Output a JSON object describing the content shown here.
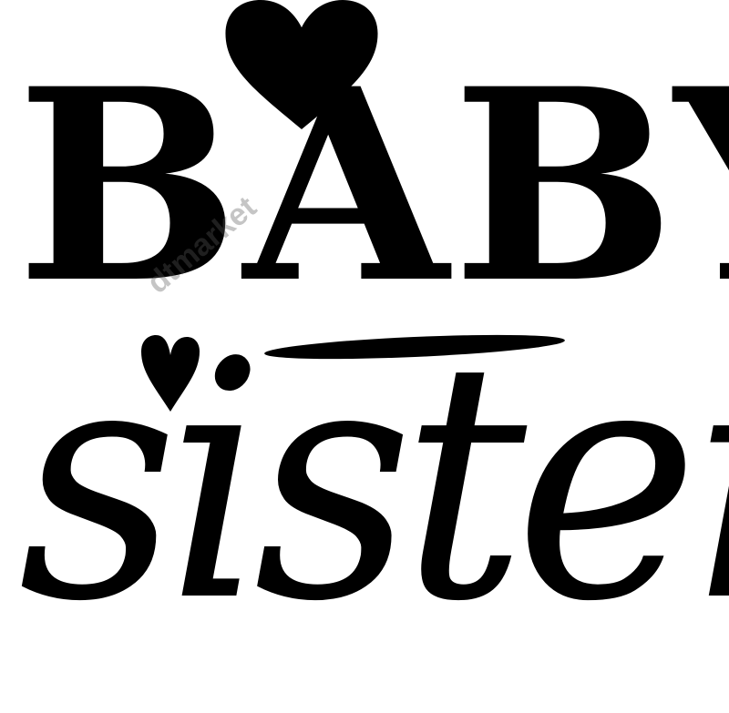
{
  "design": {
    "line1": "BABY",
    "line2": "sister",
    "ink_color": "#000000",
    "background_color": "#ffffff"
  },
  "watermark": "dtmarket"
}
